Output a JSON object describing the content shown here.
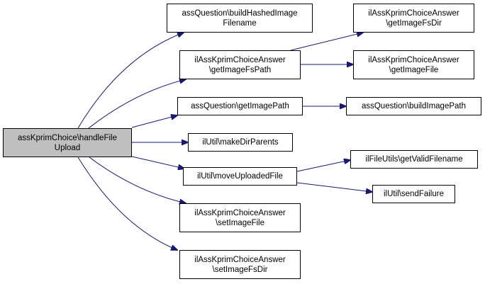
{
  "colors": {
    "edge": "#191970",
    "node_border": "#000000",
    "node_fill": "#ffffff",
    "root_fill": "#bfbfbf"
  },
  "nodes": [
    {
      "id": "root",
      "lines": [
        "assKprimChoice\\handleFile",
        "Upload"
      ]
    },
    {
      "id": "buildHashed",
      "lines": [
        "assQuestion\\buildHashedImage",
        "Filename"
      ]
    },
    {
      "id": "getFsPath",
      "lines": [
        "ilAssKprimChoiceAnswer",
        "\\getImageFsPath"
      ]
    },
    {
      "id": "getImagePath",
      "lines": [
        "assQuestion\\getImagePath"
      ]
    },
    {
      "id": "makeDir",
      "lines": [
        "ilUtil\\makeDirParents"
      ]
    },
    {
      "id": "moveUploaded",
      "lines": [
        "ilUtil\\moveUploadedFile"
      ]
    },
    {
      "id": "setImageFile",
      "lines": [
        "ilAssKprimChoiceAnswer",
        "\\setImageFile"
      ]
    },
    {
      "id": "setImageFsDir",
      "lines": [
        "ilAssKprimChoiceAnswer",
        "\\setImageFsDir"
      ]
    },
    {
      "id": "getFsDir",
      "lines": [
        "ilAssKprimChoiceAnswer",
        "\\getImageFsDir"
      ]
    },
    {
      "id": "getImageFile",
      "lines": [
        "ilAssKprimChoiceAnswer",
        "\\getImageFile"
      ]
    },
    {
      "id": "buildImagePath",
      "lines": [
        "assQuestion\\buildImagePath"
      ]
    },
    {
      "id": "getValidFilename",
      "lines": [
        "ilFileUtils\\getValidFilename"
      ]
    },
    {
      "id": "sendFailure",
      "lines": [
        "ilUtil\\sendFailure"
      ]
    }
  ],
  "edges": [
    {
      "from": "root",
      "to": "buildHashed"
    },
    {
      "from": "root",
      "to": "getFsPath"
    },
    {
      "from": "root",
      "to": "getImagePath"
    },
    {
      "from": "root",
      "to": "makeDir"
    },
    {
      "from": "root",
      "to": "moveUploaded"
    },
    {
      "from": "root",
      "to": "setImageFile"
    },
    {
      "from": "root",
      "to": "setImageFsDir"
    },
    {
      "from": "getFsPath",
      "to": "getFsDir"
    },
    {
      "from": "getFsPath",
      "to": "getImageFile"
    },
    {
      "from": "getImagePath",
      "to": "buildImagePath"
    },
    {
      "from": "moveUploaded",
      "to": "getValidFilename"
    },
    {
      "from": "moveUploaded",
      "to": "sendFailure"
    }
  ]
}
